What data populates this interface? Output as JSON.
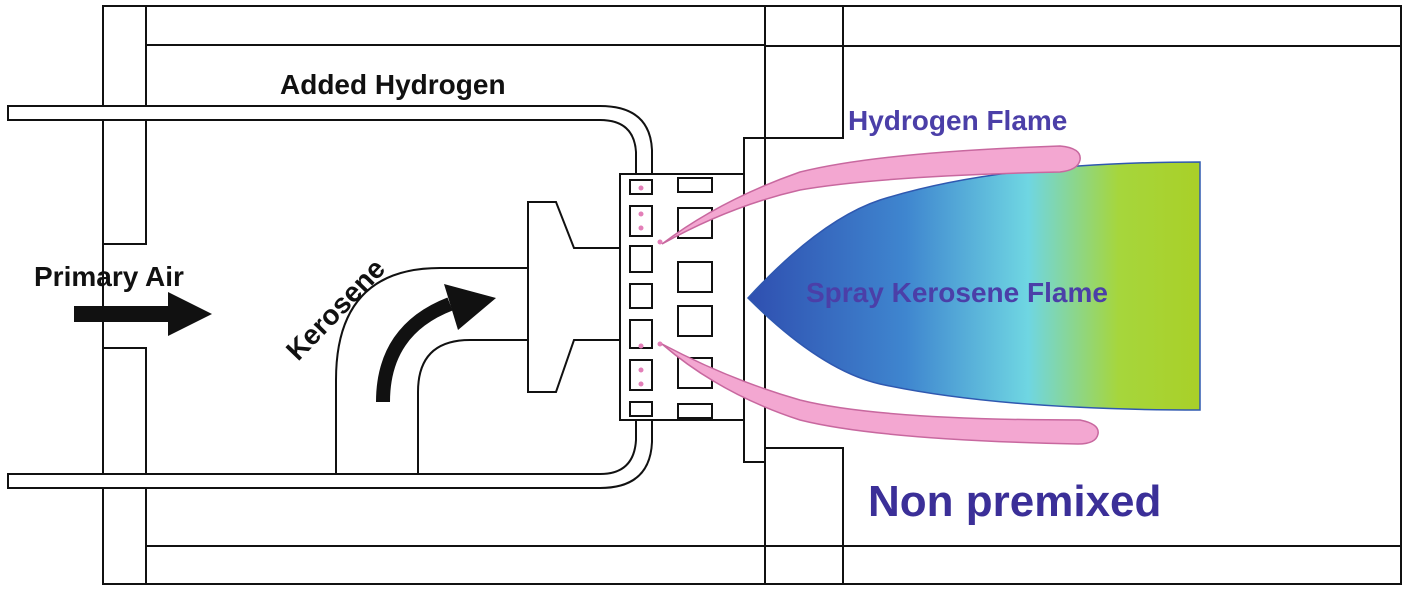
{
  "diagram": {
    "labels": {
      "added_hydrogen": "Added Hydrogen",
      "primary_air": "Primary Air",
      "kerosene": "Kerosene",
      "hydrogen_flame": "Hydrogen Flame",
      "spray_kerosene_flame": "Spray Kerosene Flame",
      "mode": "Non premixed"
    },
    "colors": {
      "outline": "#111111",
      "hydrogen_flame": "#f0a6d0",
      "hydrogen_flame_edge": "#c8689f",
      "kerosene_flame_start": "#3358b8",
      "kerosene_flame_mid": "#5fd0e6",
      "kerosene_flame_end": "#a8d22a",
      "label_blue": "#4b3fa8",
      "mode_label": "#3b2f98"
    }
  }
}
